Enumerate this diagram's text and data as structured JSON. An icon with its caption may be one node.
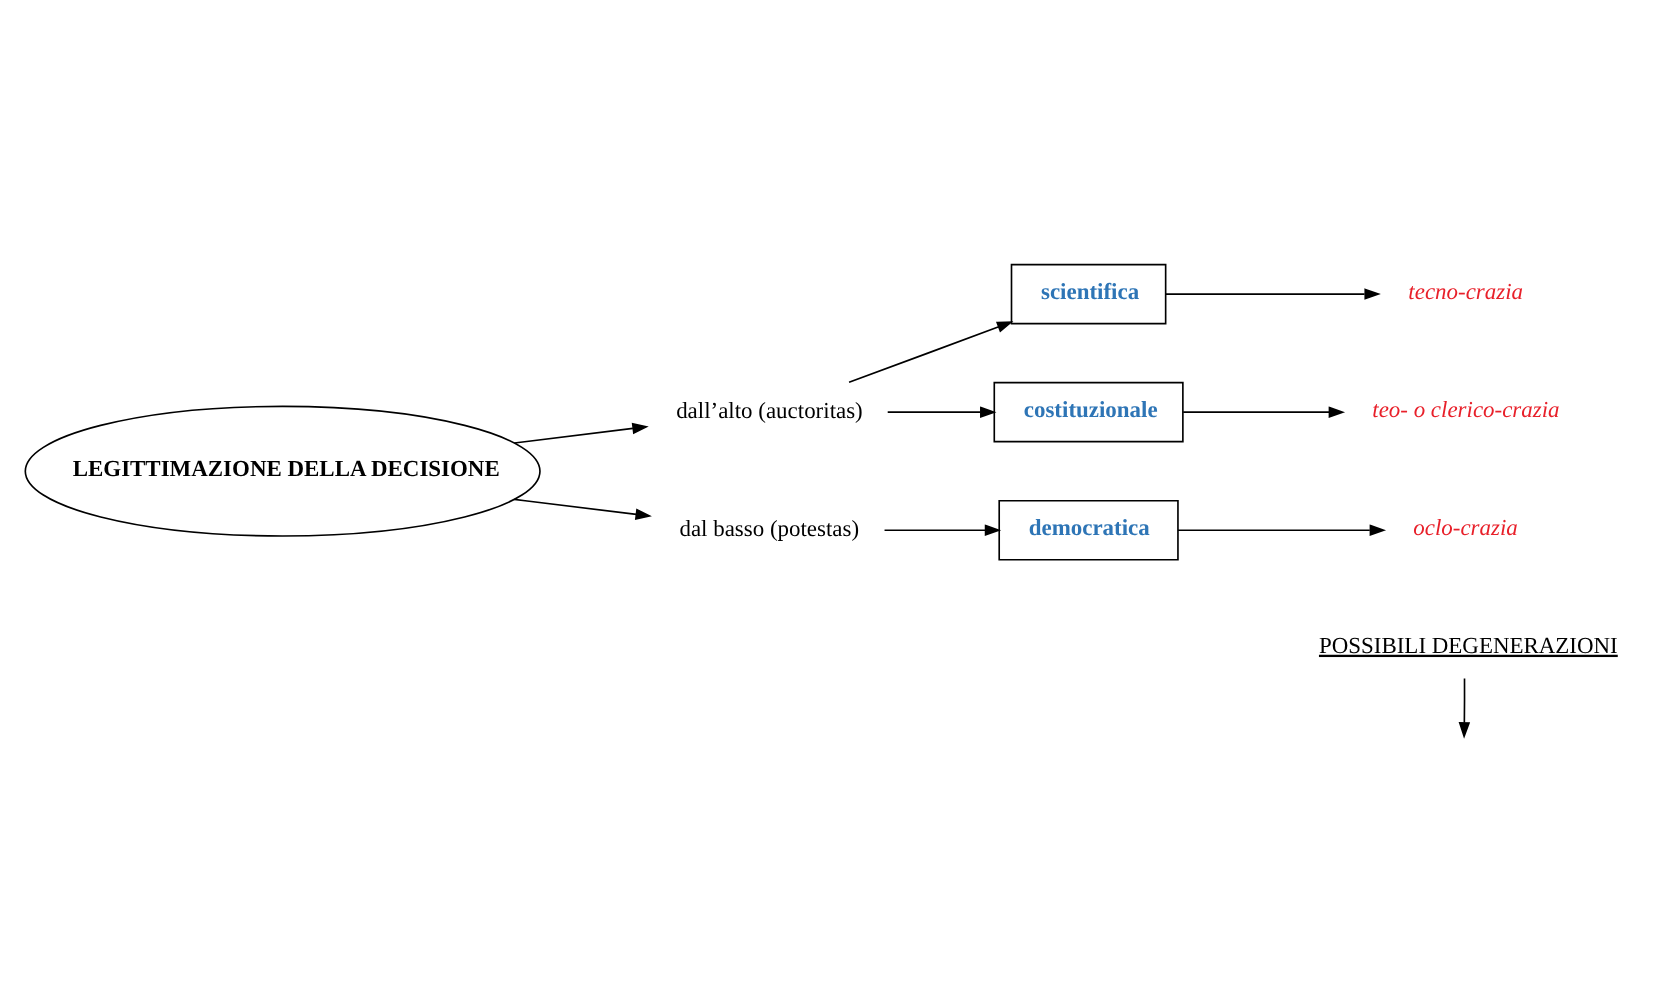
{
  "diagram": {
    "nodes": [
      {
        "text": [
          "LEGITTIMAZIONE DELLA DECISIONE"
        ]
      },
      {
        "text": [
          "dall’alto (auctoritas)"
        ]
      },
      {
        "text": [
          "scientifica"
        ]
      },
      {
        "text": [
          "costituzionale"
        ]
      },
      {
        "text": [
          "tecno-crazia"
        ]
      },
      {
        "text": [
          "teo- o clerico-crazia"
        ]
      },
      {
        "text": [
          "dal basso (potestas)"
        ]
      },
      {
        "text": [
          "democratica"
        ]
      },
      {
        "text": [
          "oclo-crazia"
        ]
      },
      {
        "text": [
          "POSSIBILI DEGENERAZIONI"
        ]
      }
    ],
    "edges": [
      {
        "from": 0,
        "to": 1,
        "arrow": "to"
      },
      {
        "from": 1,
        "to": 2,
        "arrow": "to"
      },
      {
        "from": 1,
        "to": 3,
        "arrow": "to"
      },
      {
        "from": 2,
        "to": 4,
        "arrow": "to"
      },
      {
        "from": 3,
        "to": 5,
        "arrow": "to"
      },
      {
        "from": 0,
        "to": 6,
        "arrow": "to"
      },
      {
        "from": 6,
        "to": 7,
        "arrow": "to"
      },
      {
        "from": 7,
        "to": 8,
        "arrow": "to"
      },
      {
        "from": 9,
        "to": null,
        "arrow": "to"
      }
    ]
  }
}
